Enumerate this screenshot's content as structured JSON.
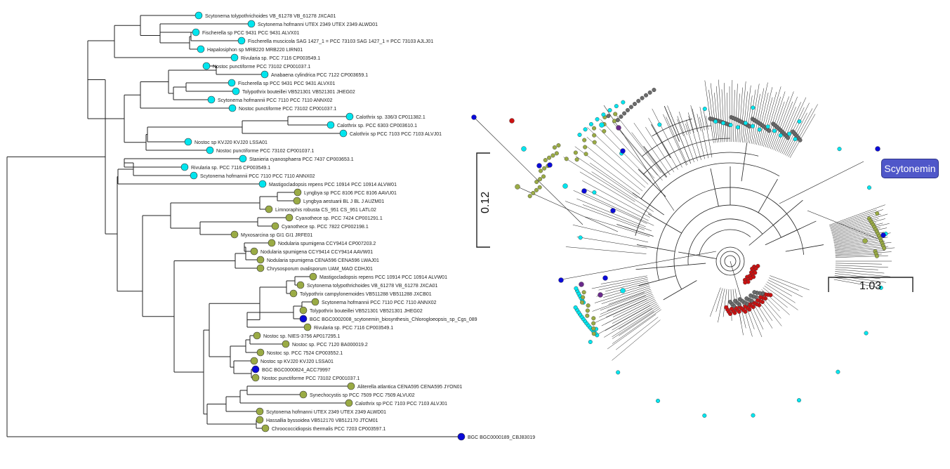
{
  "left_tree": {
    "leaves": [
      {
        "label": "Scytonema tolypothrichoides VB_61278 VB_61278 JXCA01",
        "color": "cyan"
      },
      {
        "label": "Scytonema hofmanni UTEX 2349 UTEX 2349 ALWD01",
        "color": "cyan"
      },
      {
        "label": "Fischerella sp PCC 9431 PCC 9431 ALVX01",
        "color": "cyan"
      },
      {
        "label": "Fischerella muscicola SAG 1427_1 = PCC 73103 SAG 1427_1 = PCC 73103 AJLJ01",
        "color": "cyan"
      },
      {
        "label": "Hapalosiphon sp MRB220 MRB220 LIRN01",
        "color": "cyan"
      },
      {
        "label": "Rivularia sp. PCC 7116 CP003549.1",
        "color": "cyan"
      },
      {
        "label": "Nostoc punctiforme PCC 73102 CP001037.1",
        "color": "cyan"
      },
      {
        "label": "Anabaena cylindrica PCC 7122 CP003659.1",
        "color": "cyan"
      },
      {
        "label": "Fischerella sp PCC 9431 PCC 9431 ALVX01",
        "color": "cyan"
      },
      {
        "label": "Tolypothrix bouteillei VB521301 VB521301 JHEG02",
        "color": "cyan"
      },
      {
        "label": "Scytonema hofmannii PCC 7110 PCC 7110 ANNX02",
        "color": "cyan"
      },
      {
        "label": "Nostoc punctiforme PCC 73102 CP001037.1",
        "color": "cyan"
      },
      {
        "label": "Calothrix sp. 336/3 CP011382.1",
        "color": "cyan"
      },
      {
        "label": "Calothrix sp. PCC 6303 CP003610.1",
        "color": "cyan"
      },
      {
        "label": "Calothrix sp PCC 7103 PCC 7103 ALVJ01",
        "color": "cyan"
      },
      {
        "label": "Nostoc sp KVJ20 KVJ20 LSSA01",
        "color": "cyan"
      },
      {
        "label": "Nostoc punctiforme PCC 73102 CP001037.1",
        "color": "cyan"
      },
      {
        "label": "Stanieria cyanosphaera PCC 7437 CP003653.1",
        "color": "cyan"
      },
      {
        "label": "Rivularia sp. PCC 7116 CP003549.1",
        "color": "cyan"
      },
      {
        "label": "Scytonema hofmannii PCC 7110 PCC 7110 ANNX02",
        "color": "cyan"
      },
      {
        "label": "Mastigocladopsis repens PCC 10914 PCC 10914 ALVW01",
        "color": "cyan"
      },
      {
        "label": "Lyngbya sp PCC 8106 PCC 8106 AAVU01",
        "color": "olive"
      },
      {
        "label": "Lyngbya aestuarii BL J BL J AUZM01",
        "color": "olive"
      },
      {
        "label": "Limnoraphis robusta CS_951 CS_951 LATL02",
        "color": "olive"
      },
      {
        "label": "Cyanothece sp. PCC 7424 CP001291.1",
        "color": "olive"
      },
      {
        "label": "Cyanothece sp. PCC 7822 CP002198.1",
        "color": "olive"
      },
      {
        "label": "Myxosarcina sp GI1 GI1 JRFE01",
        "color": "olive"
      },
      {
        "label": "Nodularia spumigena CCY9414 CP007203.2",
        "color": "olive"
      },
      {
        "label": "Nodularia spumigena CCY9414 CCY9414 AAVW01",
        "color": "olive"
      },
      {
        "label": "Nodularia spumigena CENA596 CENA596 LWAJ01",
        "color": "olive"
      },
      {
        "label": "Chrysosporum ovalisporum UAM_MAO CDHJ01",
        "color": "olive"
      },
      {
        "label": "Mastigocladopsis repens PCC 10914 PCC 10914 ALVW01",
        "color": "olive"
      },
      {
        "label": "Scytonema tolypothrichoides VB_61278 VB_61278 JXCA01",
        "color": "olive"
      },
      {
        "label": "Tolypothrix campylonemoides VB511288 VB511288 JXCB01",
        "color": "olive"
      },
      {
        "label": "Scytonema hofmannii PCC 7110 PCC 7110 ANNX02",
        "color": "olive"
      },
      {
        "label": "Tolypothrix bouteillei VB521301 VB521301 JHEG02",
        "color": "olive"
      },
      {
        "label": "BGC BGC0002008_scytonemin_biosynthesis_Chlorogloeopsis_sp_Cgs_089",
        "color": "blue"
      },
      {
        "label": "Rivularia sp. PCC 7116 CP003549.1",
        "color": "olive"
      },
      {
        "label": "Nostoc sp. NIES-3756 AP017295.1",
        "color": "olive"
      },
      {
        "label": "Nostoc sp. PCC 7120 BA000019.2",
        "color": "olive"
      },
      {
        "label": "Nostoc sp. PCC 7524 CP003552.1",
        "color": "olive"
      },
      {
        "label": "Nostoc sp KVJ20 KVJ20 LSSA01",
        "color": "olive"
      },
      {
        "label": "BGC BGC0000824_ACC79997",
        "color": "blue"
      },
      {
        "label": "Nostoc punctiforme PCC 73102 CP001037.1",
        "color": "olive"
      },
      {
        "label": "Aliterella atlantica CENA595 CENA595 JYON01",
        "color": "olive"
      },
      {
        "label": "Synechocystis sp PCC 7509 PCC 7509 ALVU02",
        "color": "olive"
      },
      {
        "label": "Calothrix sp PCC 7103 PCC 7103 ALVJ01",
        "color": "olive"
      },
      {
        "label": "Scytonema hofmanni UTEX 2349 UTEX 2349 ALWD01",
        "color": "olive"
      },
      {
        "label": "Hassallia byssoidea VB512170 VB512170 JTCM01",
        "color": "olive"
      },
      {
        "label": "Chroococcidiopsis thermalis PCC 7203 CP003597.1",
        "color": "olive"
      },
      {
        "label": "BGC BGC0000189_CBJ83019",
        "color": "blue"
      }
    ]
  },
  "scale_bars": {
    "vertical_label": "0.12",
    "horizontal_label": "1.03"
  },
  "badge": {
    "label": "Scytonemin"
  },
  "colors": {
    "cyan": "#00e5ee",
    "olive": "#9aab45",
    "blue": "#0a0ad8",
    "red": "#cc1111",
    "gray": "#6b6b6b",
    "purple": "#6a2a8c",
    "line": "#222222",
    "badge_bg": "#4f57c9"
  }
}
